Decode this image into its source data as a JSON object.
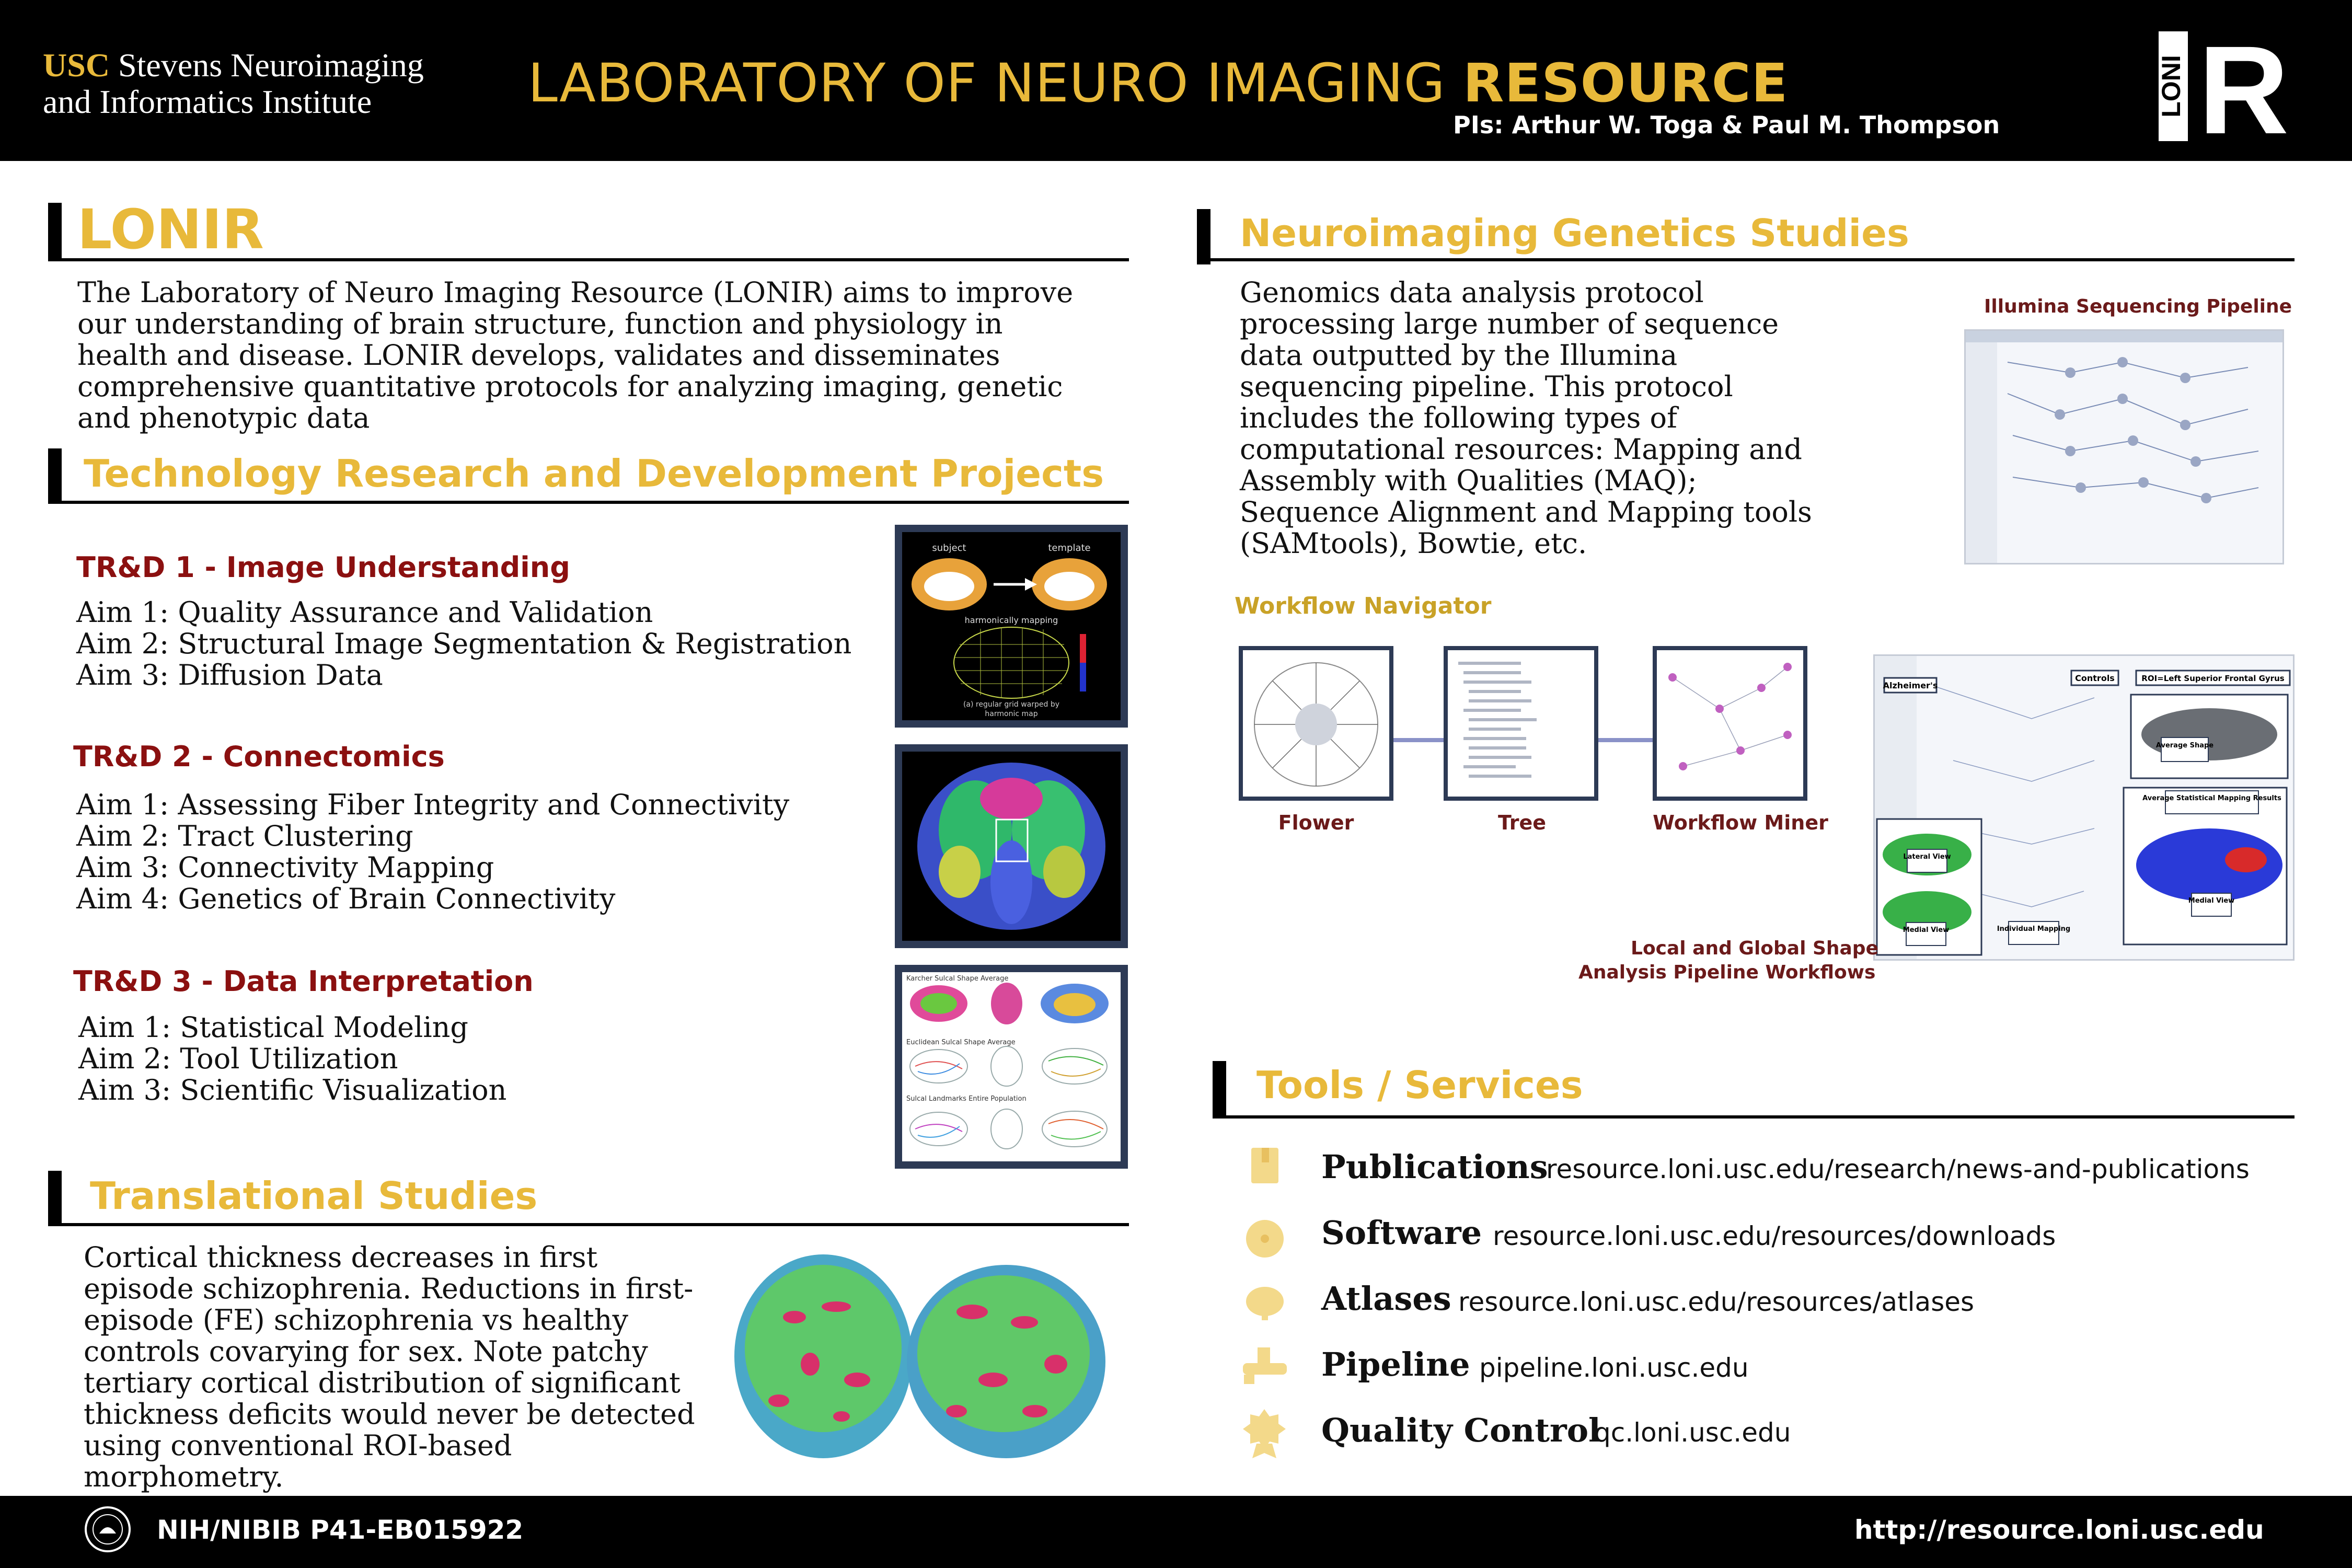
{
  "header": {
    "usc_prefix": "USC",
    "usc_line1_rest": " Stevens Neuroimaging",
    "usc_line2": "and Informatics Institute",
    "title_main": "LABORATORY OF NEURO IMAGING ",
    "title_bold": "RESOURCE",
    "pis": "PIs: Arthur W. Toga & Paul M. Thompson",
    "logo_loni": "LONI",
    "logo_r": "R"
  },
  "lonir": {
    "title": "LONIR",
    "body": "The Laboratory of Neuro Imaging Resource (LONIR) aims to improve our understanding of brain structure, function and physiology in health and disease. LONIR develops, validates and disseminates comprehensive quantitative protocols for analyzing imaging, genetic and phenotypic data"
  },
  "trd": {
    "title": "Technology Research and Development Projects",
    "projects": [
      {
        "title": "TR&D 1 - Image Understanding",
        "aims": [
          "Aim 1: Quality Assurance and Validation",
          "Aim 2: Structural Image Segmentation & Registration",
          "Aim 3: Diffusion Data"
        ],
        "figure_labels": [
          "subject",
          "template",
          "harmonically mapping",
          "(a) regular grid warped by",
          "harmonic map"
        ]
      },
      {
        "title": "TR&D 2 - Connectomics",
        "aims": [
          "Aim 1: Assessing Fiber Integrity and Connectivity",
          "Aim 2: Tract Clustering",
          "Aim 3: Connectivity Mapping",
          "Aim 4: Genetics of Brain Connectivity"
        ]
      },
      {
        "title": "TR&D 3 - Data Interpretation",
        "aims": [
          "Aim 1: Statistical Modeling",
          "Aim 2: Tool Utilization",
          "Aim 3: Scientific Visualization"
        ],
        "figure_labels": [
          "Karcher Sulcal Shape Average",
          "Euclidean Sulcal Shape Average",
          "Sulcal Landmarks Entire Population"
        ]
      }
    ]
  },
  "translational": {
    "title": "Translational Studies",
    "body": "Cortical thickness decreases in first episode schizophrenia. Reductions in first-episode (FE) schizophrenia vs healthy controls covarying for sex. Note patchy tertiary cortical distribution of significant thickness deficits would never be detected using conventional ROI-based morphometry."
  },
  "genetics": {
    "title": "Neuroimaging Genetics Studies",
    "body": "Genomics data analysis protocol  processing large number of sequence data outputted by the Illumina sequencing pipeline. This protocol includes the following types of computational resources: Mapping and Assembly with Qualities (MAQ); Sequence Alignment and Mapping tools (SAMtools), Bowtie, etc.",
    "illumina_caption": "Illumina Sequencing Pipeline",
    "workflow_navigator": "Workflow Navigator",
    "nav_labels": [
      "Flower",
      "Tree",
      "Workflow Miner"
    ],
    "shape_caption_1": "Local and Global Shape",
    "shape_caption_2": "Analysis Pipeline Workflows",
    "shape_labels": [
      "Alzheimer's",
      "Controls",
      "ROI=Left Superior Frontal Gyrus",
      "Average Shape",
      "Average Statistical Mapping Results",
      "Lateral View",
      "Medial View",
      "Individual Mapping",
      "Medial View"
    ]
  },
  "tools": {
    "title": "Tools / Services",
    "items": [
      {
        "name": "Publications",
        "url": "resource.loni.usc.edu/research/news-and-publications",
        "icon": "book-icon"
      },
      {
        "name": "Software",
        "url": "resource.loni.usc.edu/resources/downloads",
        "icon": "disc-icon"
      },
      {
        "name": "Atlases",
        "url": "resource.loni.usc.edu/resources/atlases",
        "icon": "brain-icon"
      },
      {
        "name": "Pipeline",
        "url": "pipeline.loni.usc.edu",
        "icon": "pipeline-icon"
      },
      {
        "name": "Quality Control",
        "url": "qc.loni.usc.edu",
        "icon": "award-icon"
      }
    ],
    "icon_color": "#f3d98a"
  },
  "footer": {
    "grant": "NIH/NIBIB  P41-EB015922",
    "url": "http://resource.loni.usc.edu"
  },
  "colors": {
    "gold": "#e8b93a",
    "dark_red": "#8b1010",
    "black": "#000000"
  }
}
